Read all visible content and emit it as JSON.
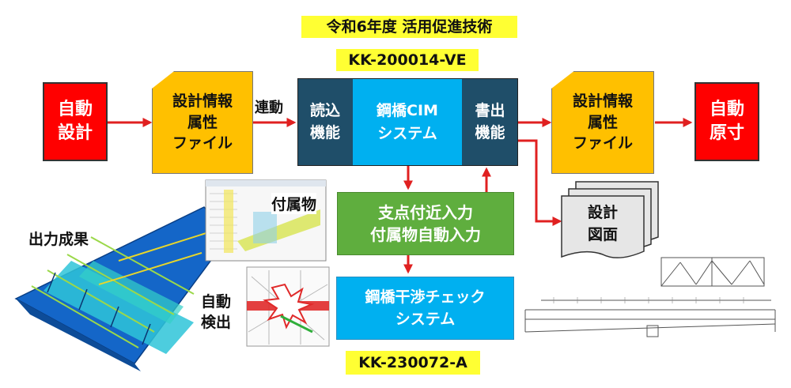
{
  "header": {
    "tech_title": "令和6年度 活用促進技術",
    "code_top": "KK-200014-VE",
    "code_bottom": "KK-230072-A"
  },
  "flow": {
    "auto_design": "自動\n設計",
    "design_file_in": "設計情報\n属性\nファイル",
    "link_label": "連動",
    "read_function": "読込\n機能",
    "cim_system": "鋼橋CIM\nシステム",
    "write_function": "書出\n機能",
    "design_file_out": "設計情報\n属性\nファイル",
    "auto_template": "自動\n原寸",
    "auto_input": "支点付近入力\n付属物自動入力",
    "interference_check": "鋼橋干渉チェック\nシステム",
    "design_drawings": "設計\n図面"
  },
  "captions": {
    "output_result": "出力成果",
    "attachments": "付属物",
    "auto_detect": "自動\n検出"
  },
  "colors": {
    "red": "#ff0000",
    "orange": "#ffc000",
    "navy": "#1f4e69",
    "cyan": "#00b0f0",
    "green": "#5fae3e",
    "highlight": "#ffff33",
    "arrow": "#e02020"
  }
}
